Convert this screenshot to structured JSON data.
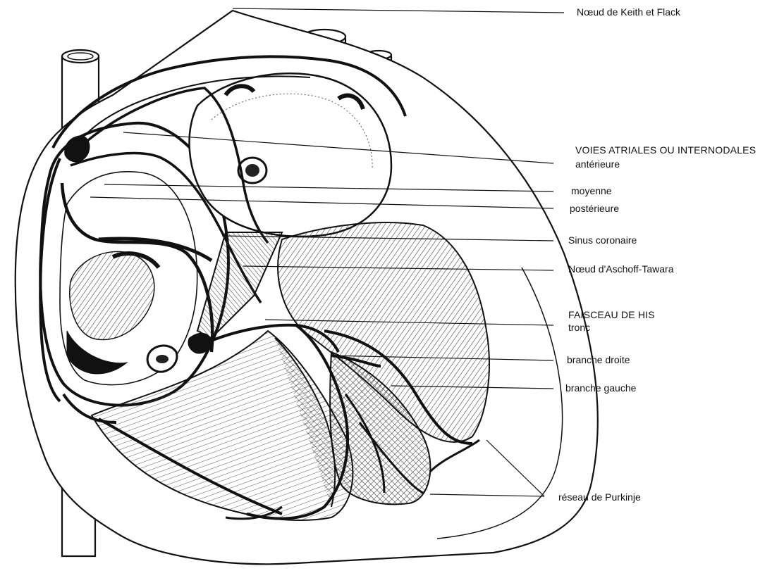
{
  "labels": {
    "keith_flack": "Nœud de Keith et Flack",
    "voies_heading": "VOIES ATRIALES OU INTERNODALES",
    "anterieure": "antérieure",
    "moyenne": "moyenne",
    "posterieure": "postérieure",
    "sinus_coronaire": "Sinus coronaire",
    "aschoff_tawara": "Nœud d'Aschoff-Tawara",
    "his_heading": "FAISCEAU DE HIS",
    "tronc": "tronc",
    "branche_droite": "branche droite",
    "branche_gauche": "branche gauche",
    "purkinje": "réseau de Purkinje"
  },
  "colors": {
    "ink": "#111111",
    "hatch": "#444444",
    "background": "#ffffff"
  }
}
